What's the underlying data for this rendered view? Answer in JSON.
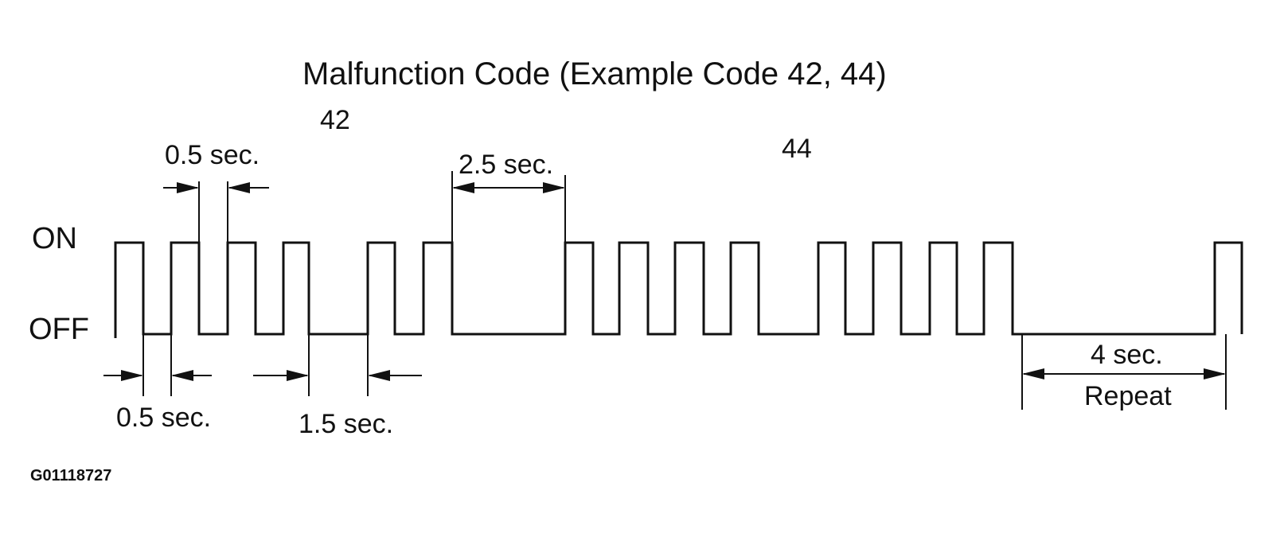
{
  "title": "Malfunction Code (Example Code 42, 44)",
  "levels": {
    "on": "ON",
    "off": "OFF"
  },
  "codes": {
    "first": "42",
    "second": "44"
  },
  "dimensions": {
    "pulse_on": "0.5 sec.",
    "pulse_off": "0.5 sec.",
    "digit_gap": "1.5 sec.",
    "code_gap": "2.5 sec.",
    "repeat_gap": "4 sec.",
    "repeat_label": "Repeat"
  },
  "figure_id": "G01118727"
}
